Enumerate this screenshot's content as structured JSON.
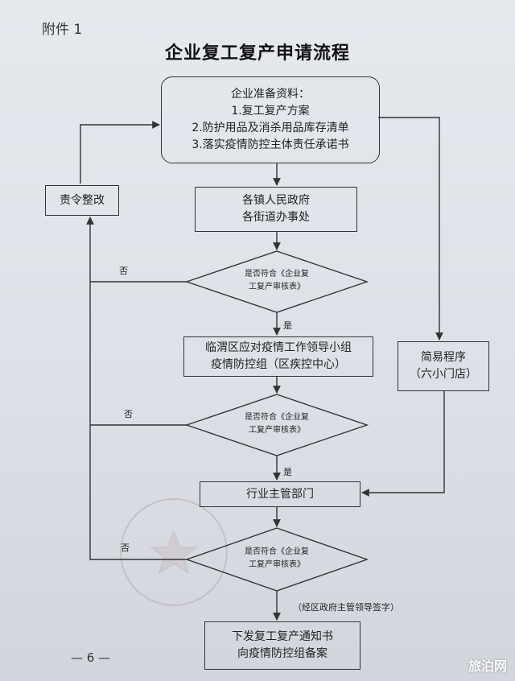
{
  "header": {
    "attachment_label": "附件 1",
    "title": "企业复工复产申请流程"
  },
  "flow": {
    "prepare": {
      "heading": "企业准备资料：",
      "items": [
        "1.复工复产方案",
        "2.防护用品及消杀用品库存清单",
        "3.落实疫情防控主体责任承诺书"
      ]
    },
    "town": [
      "各镇人民政府",
      "各街道办事处"
    ],
    "check1": [
      "是否符合《企业复",
      "工复产审核表》"
    ],
    "district": [
      "临渭区应对疫情工作领导小组",
      "疫情防控组（区疾控中心）"
    ],
    "check2": [
      "是否符合《企业复",
      "工复产审核表》"
    ],
    "industry": "行业主管部门",
    "check3": [
      "是否符合《企业复",
      "工复产审核表》"
    ],
    "signature_note": "（经区政府主管领导签字）",
    "final": [
      "下发复工复产通知书",
      "向疫情防控组备案"
    ],
    "rectify": "责令整改",
    "simple": [
      "简易程序",
      "（六小门店）"
    ],
    "yes_label": "是",
    "no_label": "否"
  },
  "footer": {
    "page_number": "— 6 —",
    "watermark": "旅泊网"
  }
}
